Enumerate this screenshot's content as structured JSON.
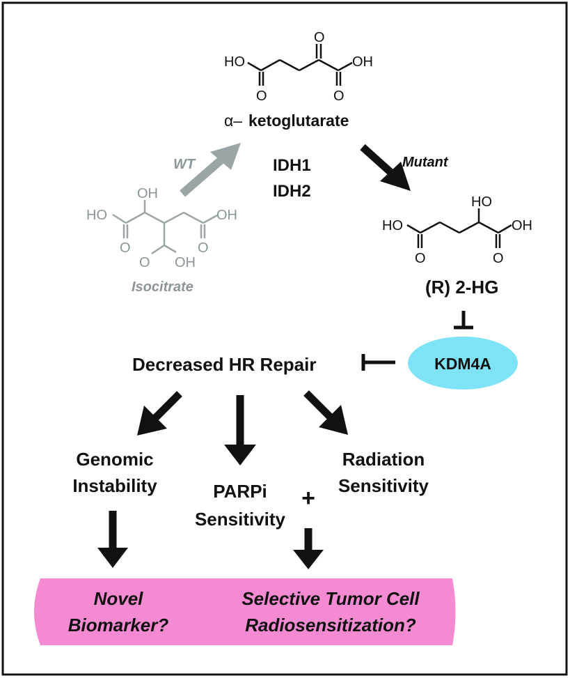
{
  "labels": {
    "alpha_prefix": "α–",
    "ketoglutarate": "ketoglutarate",
    "idh1": "IDH1",
    "idh2": "IDH2",
    "wt": "WT",
    "mutant": "Mutant",
    "isocitrate": "Isocitrate",
    "r_2hg": "(R) 2-HG",
    "kdm4a": "KDM4A",
    "decreased_hr_repair": "Decreased HR Repair",
    "genomic": "Genomic",
    "instability": "Instability",
    "parpi": "PARPi",
    "sensitivity": "Sensitivity",
    "plus": "+",
    "radiation": "Radiation",
    "novel": "Novel",
    "biomarker": "Biomarker?",
    "selective_tumor_cell": "Selective Tumor Cell",
    "radiosensitization": "Radiosensitization?"
  },
  "structures": {
    "akg": {
      "ho": "HO",
      "oh": "OH",
      "o_keto": "O",
      "o_left": "O",
      "o_right": "O"
    },
    "isocitrate": {
      "oh_top": "OH",
      "ho_left": "HO",
      "oh_right": "OH",
      "o_left": "O",
      "o_right": "O",
      "o_bottom": "O",
      "oh_bottom": "OH"
    },
    "hg": {
      "oh_top": "HO",
      "ho": "HO",
      "oh_right": "OH",
      "o_left": "O",
      "o_right": "O"
    }
  },
  "colors": {
    "wild_type_gray": "#9ba4a7",
    "kdm4a_fill": "#7fe3f7",
    "outcome_box_fill": "#f48bd2",
    "ink": "#111111"
  }
}
